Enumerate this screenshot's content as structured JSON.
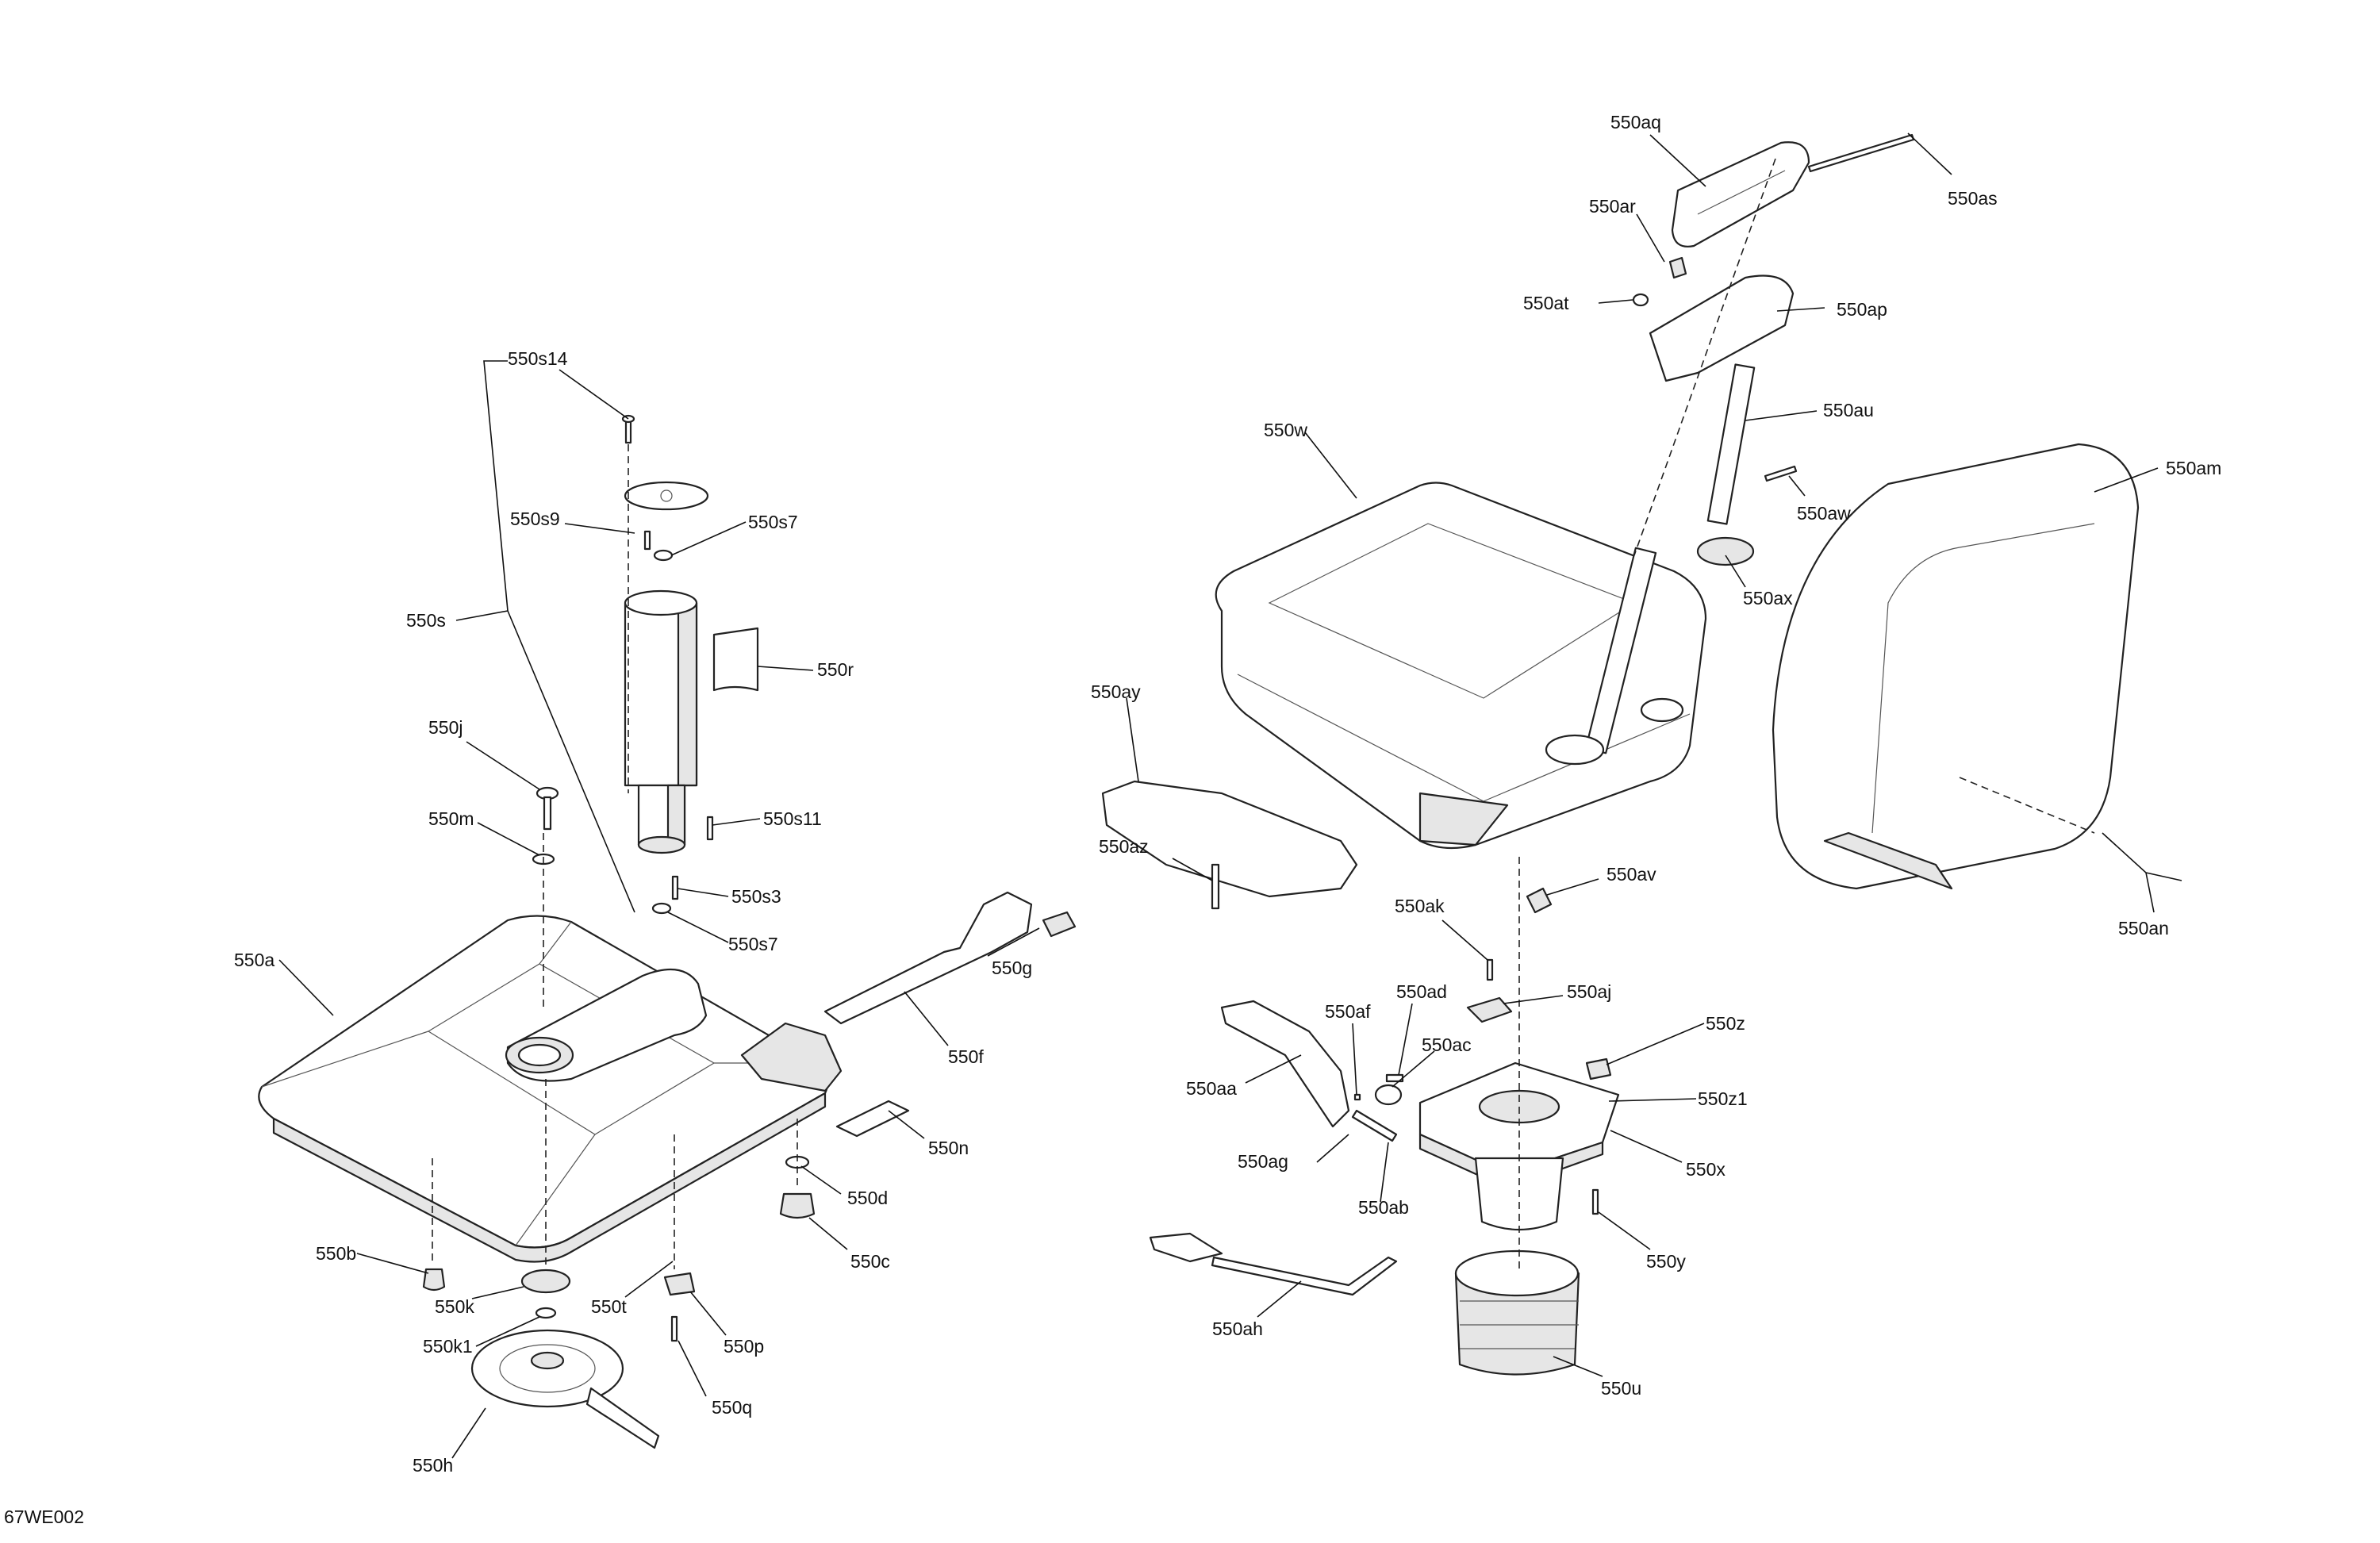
{
  "figure_code": "67WE002",
  "callouts": [
    {
      "id": "550aq"
    },
    {
      "id": "550as"
    },
    {
      "id": "550ar"
    },
    {
      "id": "550at"
    },
    {
      "id": "550ap"
    },
    {
      "id": "550au"
    },
    {
      "id": "550w"
    },
    {
      "id": "550aw"
    },
    {
      "id": "550am"
    },
    {
      "id": "550ax"
    },
    {
      "id": "550ay"
    },
    {
      "id": "550az"
    },
    {
      "id": "550av"
    },
    {
      "id": "550ak"
    },
    {
      "id": "550aj"
    },
    {
      "id": "550ad"
    },
    {
      "id": "550af"
    },
    {
      "id": "550ac"
    },
    {
      "id": "550z"
    },
    {
      "id": "550aa"
    },
    {
      "id": "550z1"
    },
    {
      "id": "550ag"
    },
    {
      "id": "550ab"
    },
    {
      "id": "550x"
    },
    {
      "id": "550y"
    },
    {
      "id": "550ah"
    },
    {
      "id": "550u"
    },
    {
      "id": "550an"
    },
    {
      "id": "550s14"
    },
    {
      "id": "550s9"
    },
    {
      "id": "550s7"
    },
    {
      "id": "550s"
    },
    {
      "id": "550r"
    },
    {
      "id": "550j"
    },
    {
      "id": "550s11"
    },
    {
      "id": "550m"
    },
    {
      "id": "550s3"
    },
    {
      "id": "550s7"
    },
    {
      "id": "550a"
    },
    {
      "id": "550g"
    },
    {
      "id": "550f"
    },
    {
      "id": "550n"
    },
    {
      "id": "550d"
    },
    {
      "id": "550c"
    },
    {
      "id": "550b"
    },
    {
      "id": "550t"
    },
    {
      "id": "550k"
    },
    {
      "id": "550p"
    },
    {
      "id": "550k1"
    },
    {
      "id": "550q"
    },
    {
      "id": "550h"
    }
  ]
}
